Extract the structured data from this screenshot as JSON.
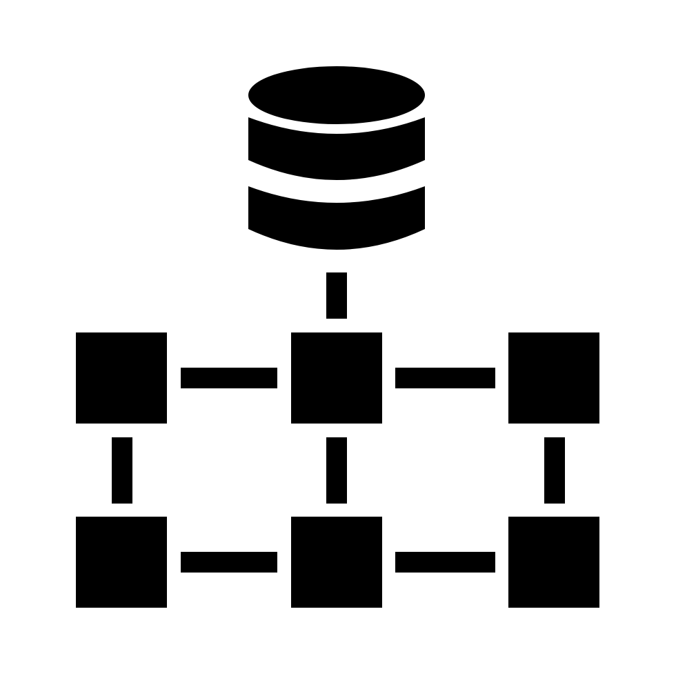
{
  "icon": {
    "name": "database-network-icon",
    "foreground": "#000000",
    "background": "#ffffff",
    "parts": {
      "database": "database-cylinder",
      "nodes": [
        "node",
        "node",
        "node",
        "node",
        "node",
        "node"
      ],
      "connectors": [
        "connector"
      ]
    }
  }
}
